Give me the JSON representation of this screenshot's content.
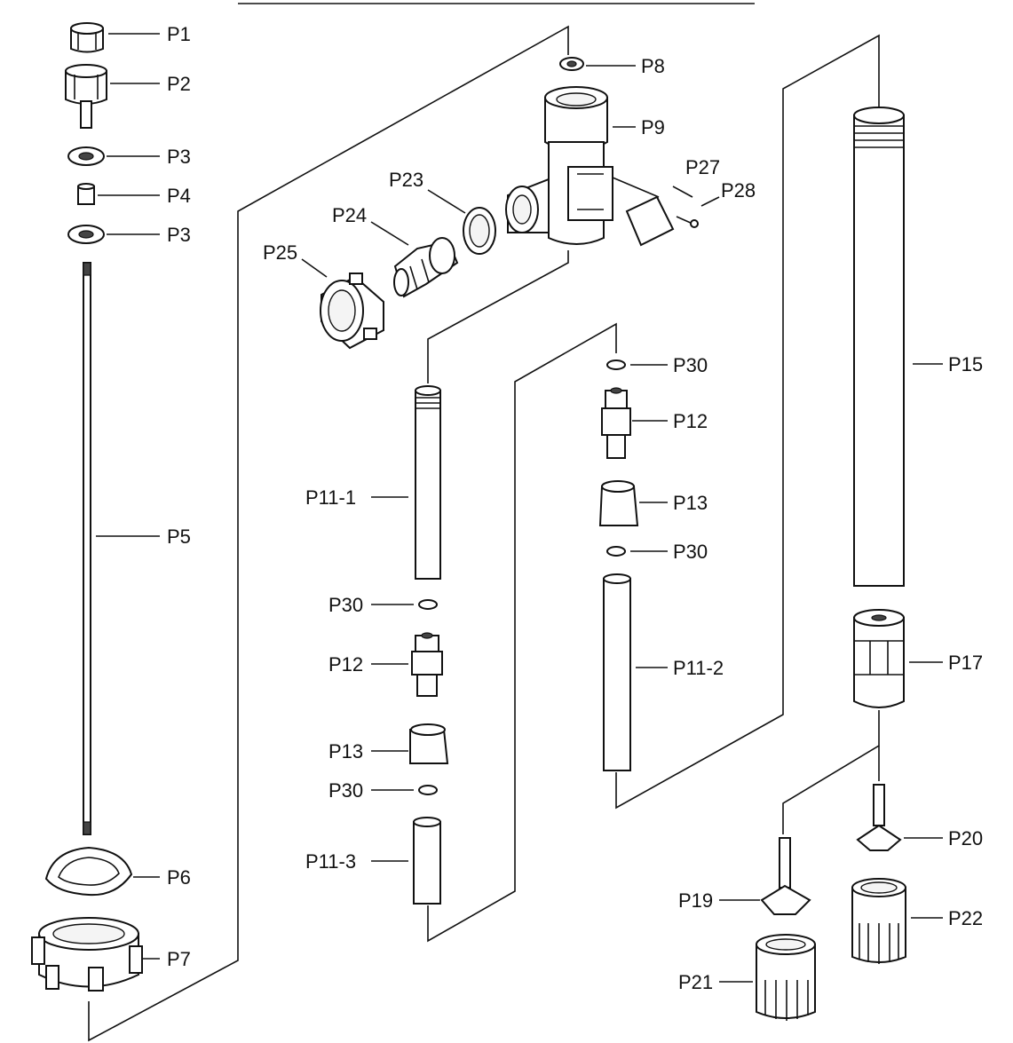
{
  "colors": {
    "ink": "#111111",
    "paper": "#ffffff",
    "part_fill": "#f4f4f4"
  },
  "labels": {
    "p1": "P1",
    "p2": "P2",
    "p3a": "P3",
    "p4": "P4",
    "p3b": "P3",
    "p5": "P5",
    "p6": "P6",
    "p7": "P7",
    "p8": "P8",
    "p9": "P9",
    "p23": "P23",
    "p24": "P24",
    "p25": "P25",
    "p27": "P27",
    "p28": "P28",
    "p11_1": "P11-1",
    "p30a": "P30",
    "p12a": "P12",
    "p13a": "P13",
    "p30b": "P30",
    "p11_3": "P11-3",
    "p30c": "P30",
    "p12b": "P12",
    "p13b": "P13",
    "p30d": "P30",
    "p11_2": "P11-2",
    "p15": "P15",
    "p17": "P17",
    "p20": "P20",
    "p19": "P19",
    "p22": "P22",
    "p21": "P21"
  }
}
